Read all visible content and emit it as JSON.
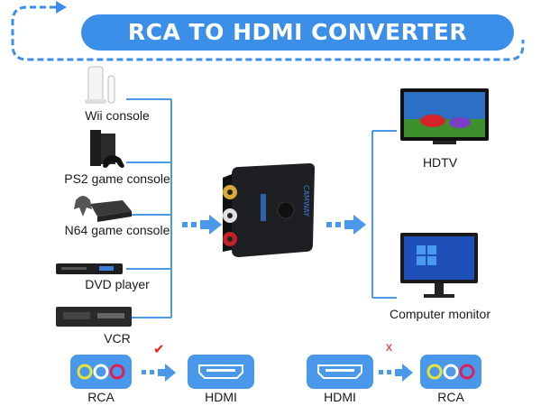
{
  "title": "RCA TO HDMI CONVERTER",
  "colors": {
    "accent": "#3b8fe8",
    "line": "#4a98ea",
    "check": "#e8231c",
    "cross": "#e8231c"
  },
  "sources": [
    {
      "label": "Wii console",
      "icon": "wii-console-image"
    },
    {
      "label": "PS2 game console",
      "icon": "ps2-console-image"
    },
    {
      "label": "N64 game console",
      "icon": "n64-console-image"
    },
    {
      "label": "DVD player",
      "icon": "dvd-player-image"
    },
    {
      "label": "VCR",
      "icon": "vcr-image"
    }
  ],
  "device": {
    "brand": "CAMWAY",
    "icon": "converter-box-image"
  },
  "outputs": [
    {
      "label": "HDTV",
      "icon": "hdtv-image"
    },
    {
      "label": "Computer monitor",
      "icon": "computer-monitor-image"
    }
  ],
  "flows": [
    {
      "from": "RCA",
      "to": "HDMI",
      "status": "supported",
      "mark": "✔"
    },
    {
      "from": "HDMI",
      "to": "RCA",
      "status": "not-supported",
      "mark": "x"
    }
  ]
}
